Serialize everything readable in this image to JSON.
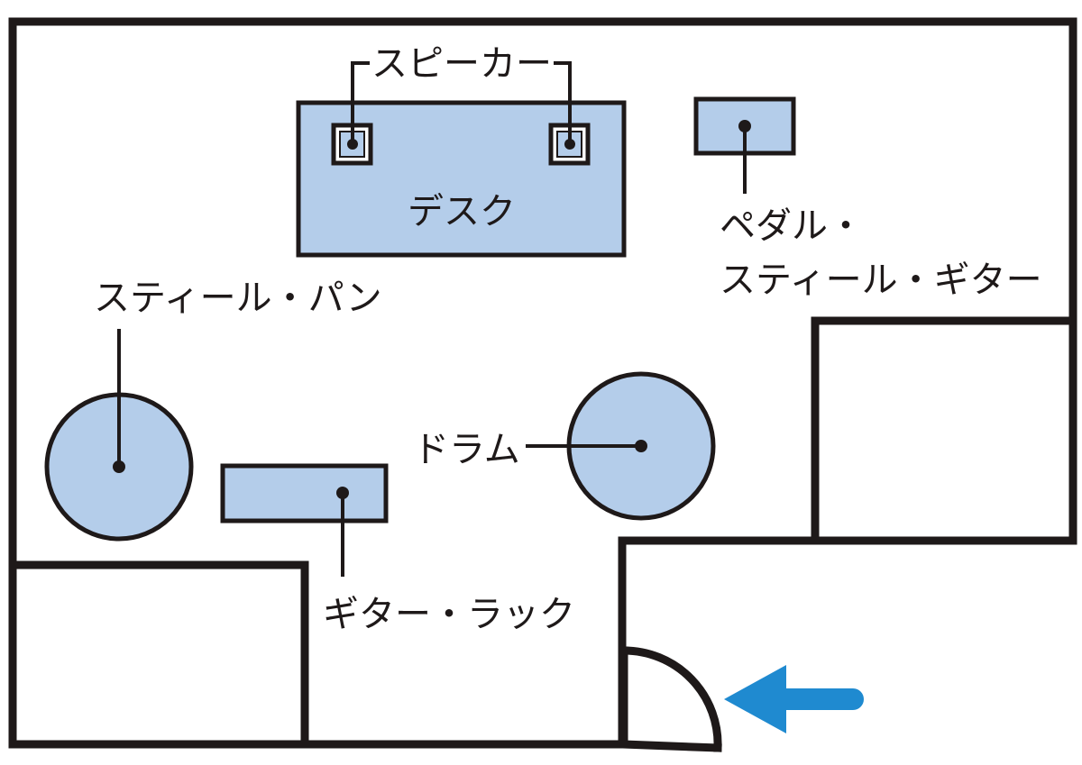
{
  "labels": {
    "speaker": "スピーカー",
    "desk": "デスク",
    "pedal_line1": "ペダル・",
    "pedal_line2": "スティール・ギター",
    "steel_pan": "スティール・パン",
    "drum": "ドラム",
    "guitar_rack": "ギター・ラック"
  },
  "colors": {
    "wall": "#1e1919",
    "furniture_fill": "#b4cdea",
    "entrance_arrow": "#1f8ad0",
    "background": "#ffffff"
  },
  "icons": {
    "entrance": "left-arrow-icon",
    "door": "door-swing-icon"
  }
}
